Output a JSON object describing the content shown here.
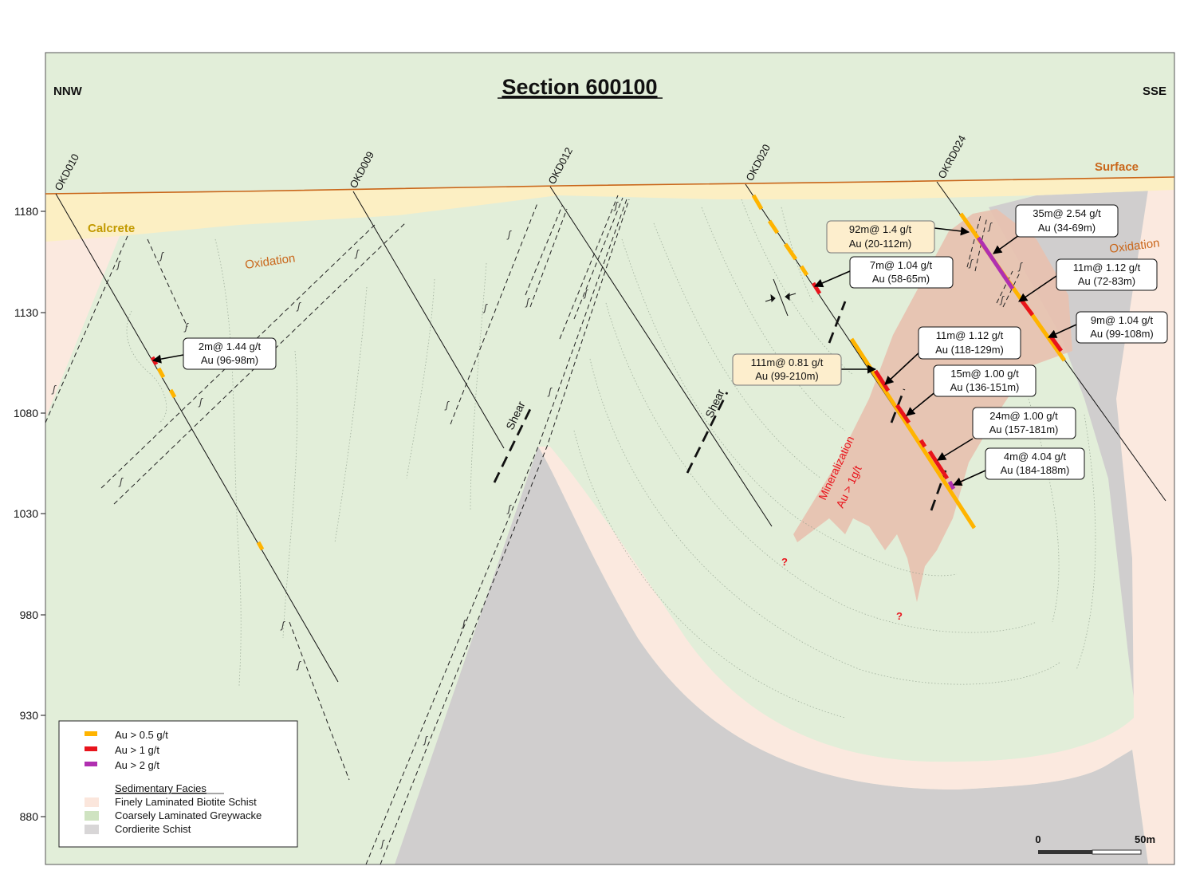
{
  "title": "Section 600100",
  "direction_left": "NNW",
  "direction_right": "SSE",
  "surface_label": "Surface",
  "calcrete_label": "Calcrete",
  "oxidation_label_left": "Oxidation",
  "oxidation_label_right": "Oxidation",
  "mineralization_label_line1": "Mineralization",
  "mineralization_label_line2": "Au > 1g/t",
  "shear_label": "Shear",
  "question_mark": "?",
  "elevation_ticks": [
    "1180",
    "1130",
    "1080",
    "1030",
    "980",
    "930",
    "880"
  ],
  "drillholes": [
    "OKD010",
    "OKD009",
    "OKD012",
    "OKD020",
    "OKRD024"
  ],
  "intercepts": [
    {
      "line1": "2m@ 1.44 g/t",
      "line2": "Au (96-98m)",
      "highlight": false
    },
    {
      "line1": "92m@ 1.4 g/t",
      "line2": "Au (20-112m)",
      "highlight": true
    },
    {
      "line1": "7m@ 1.04 g/t",
      "line2": "Au (58-65m)",
      "highlight": false
    },
    {
      "line1": "35m@ 2.54 g/t",
      "line2": "Au (34-69m)",
      "highlight": false
    },
    {
      "line1": "11m@ 1.12 g/t",
      "line2": "Au (72-83m)",
      "highlight": false
    },
    {
      "line1": "9m@ 1.04 g/t",
      "line2": "Au (99-108m)",
      "highlight": false
    },
    {
      "line1": "11m@ 1.12 g/t",
      "line2": "Au (118-129m)",
      "highlight": false
    },
    {
      "line1": "111m@ 0.81 g/t",
      "line2": "Au (99-210m)",
      "highlight": true
    },
    {
      "line1": "15m@ 1.00 g/t",
      "line2": "Au (136-151m)",
      "highlight": false
    },
    {
      "line1": "24m@ 1.00 g/t",
      "line2": "Au (157-181m)",
      "highlight": false
    },
    {
      "line1": "4m@ 4.04 g/t",
      "line2": "Au (184-188m)",
      "highlight": false
    }
  ],
  "legend": {
    "grade_items": [
      {
        "label": "Au > 0.5 g/t",
        "color": "#ffb400"
      },
      {
        "label": "Au > 1 g/t",
        "color": "#e8141c"
      },
      {
        "label": "Au > 2 g/t",
        "color": "#b02fb0"
      }
    ],
    "facies_title": "Sedimentary Facies",
    "facies_items": [
      {
        "label": "Finely Laminated Biotite Schist",
        "color": "#fbe6dc"
      },
      {
        "label": "Coarsely Laminated Greywacke",
        "color": "#cfe3c1"
      },
      {
        "label": "Cordierite Schist",
        "color": "#d8d6d7"
      }
    ]
  },
  "scale": {
    "start": "0",
    "end": "50m"
  },
  "colors": {
    "calcrete": "#fcefc3",
    "greywacke": "#e2eed9",
    "biotite": "#fbe9df",
    "cordierite": "#d0cece",
    "mineralization": "#e7c1b0",
    "au05": "#ffb400",
    "au1": "#e8141c",
    "au2": "#b02fb0",
    "orange_text": "#c9661a",
    "calcrete_text": "#c29a00",
    "red_text": "#e8141c",
    "callout_highlight": "#fdeecd"
  }
}
